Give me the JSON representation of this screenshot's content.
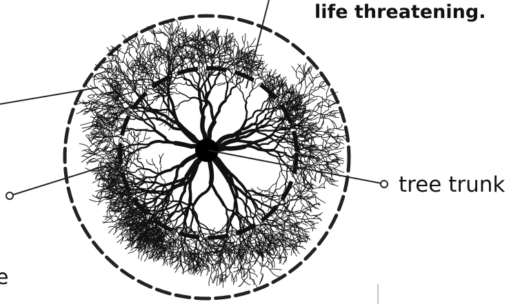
{
  "labels": {
    "top_note": "life threatening.",
    "trunk": "tree trunk",
    "cut_off": "e"
  },
  "colors": {
    "ink": "#111111",
    "background": "#ffffff"
  }
}
